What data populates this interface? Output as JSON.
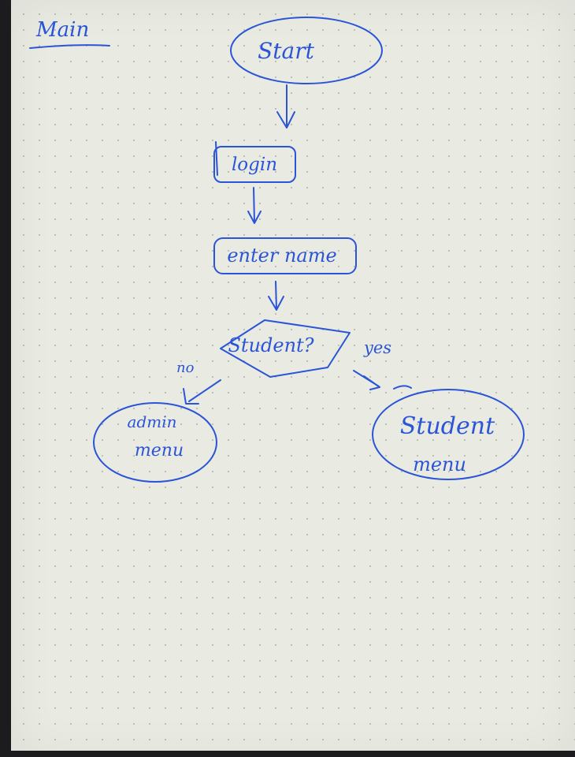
{
  "title": "Main",
  "colors": {
    "ink": "#2b54d6",
    "paper": "#e9ebe3",
    "dots": "#b9bcb3"
  },
  "nodes": {
    "start": "Start",
    "login": "login",
    "enter_name": "enter name",
    "decision": "Student?",
    "admin_menu": {
      "line1": "admin",
      "line2": "menu"
    },
    "student_menu": {
      "line1": "Student",
      "line2": "menu"
    }
  },
  "edges": {
    "no": "no",
    "yes": "yes"
  }
}
